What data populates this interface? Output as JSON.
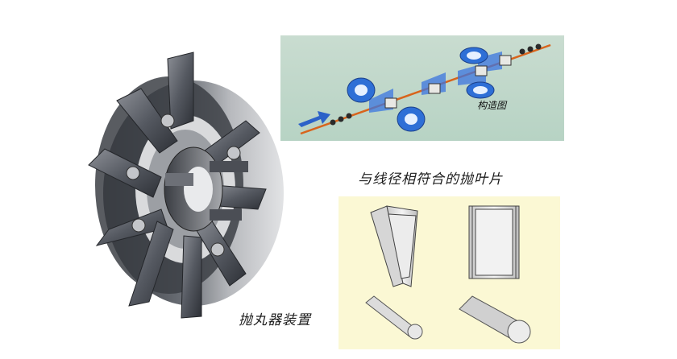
{
  "captions": {
    "wheel": "抛丸器装置",
    "structure_diagram": "构造图",
    "blades_title": "与线径相符合的抛叶片"
  },
  "colors": {
    "diagram_bg": "#c0d8ca",
    "blades_bg": "#fbf8d4",
    "wire_orange": "#d8641c",
    "roller_blue": "#2e6fd6",
    "arrow_blue": "#2c62c8",
    "metal_dark": "#4a4e55"
  },
  "icons": {
    "feed_arrow": "blue-arrow-icon"
  }
}
